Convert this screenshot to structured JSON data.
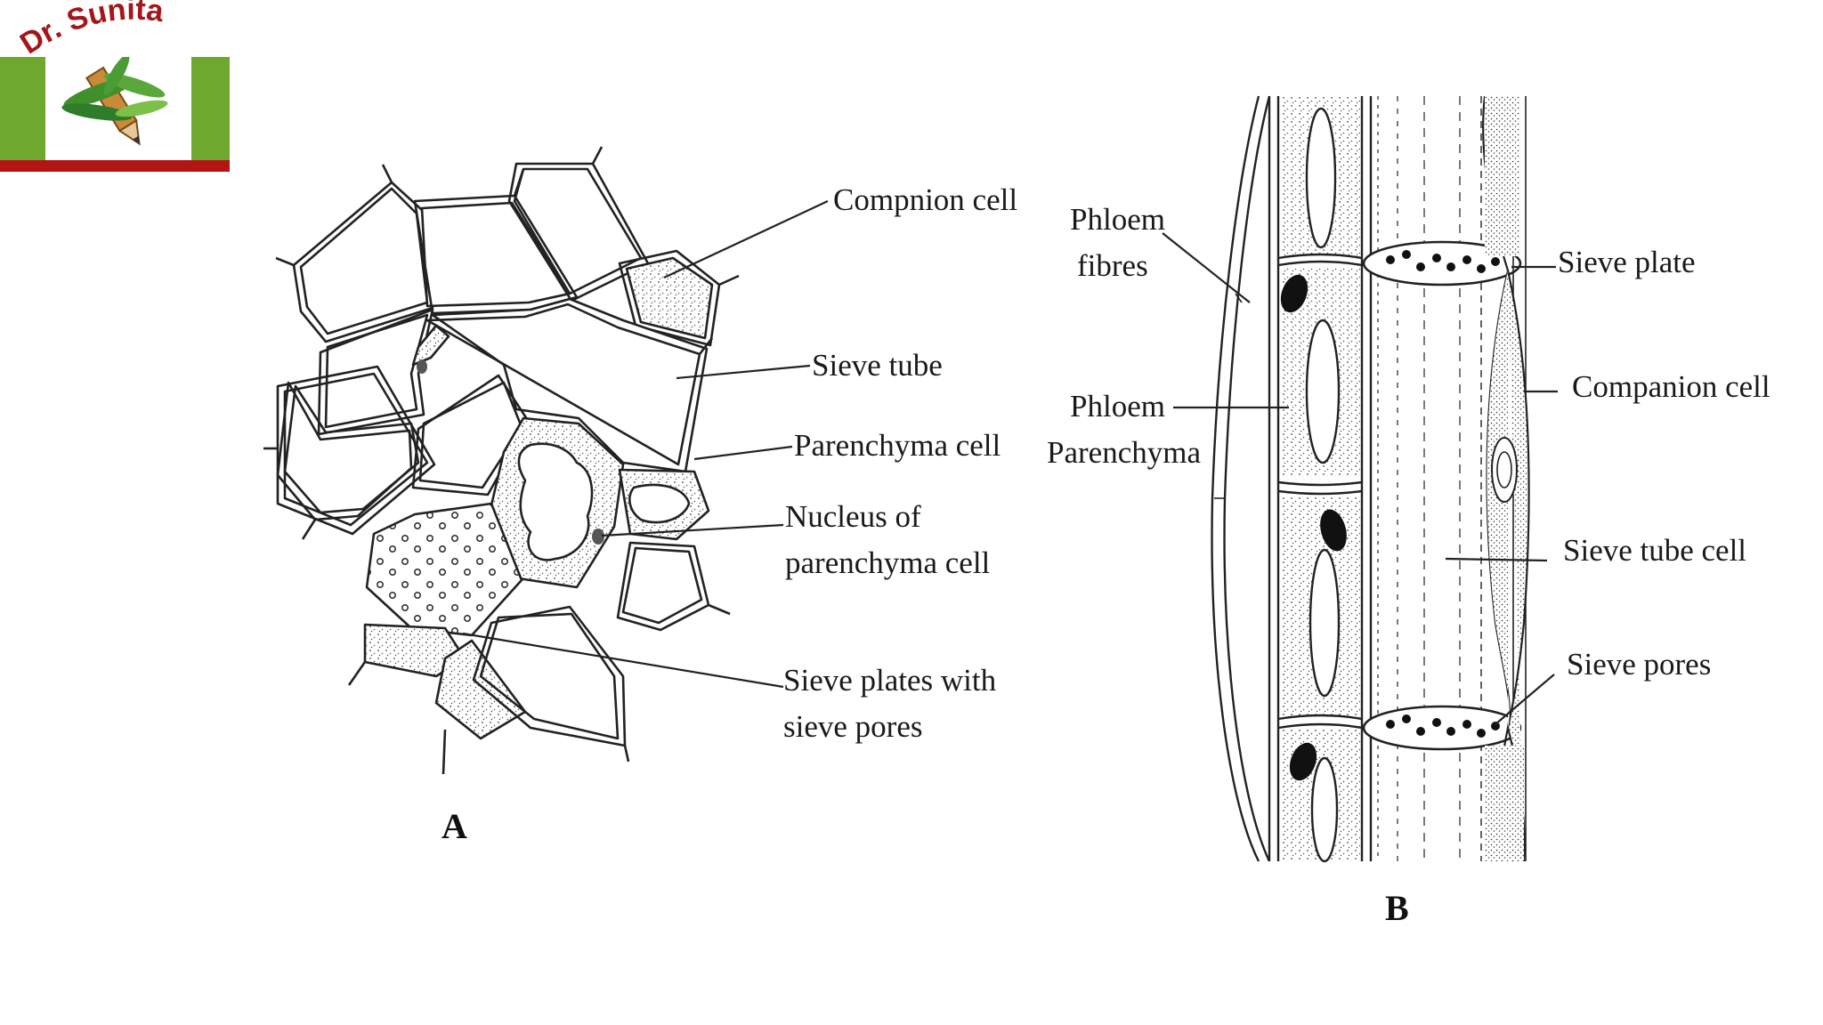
{
  "logo": {
    "brand_text": "Dr. Sunita",
    "colors": {
      "brand_text": "#a3161a",
      "green": "#6ea82f",
      "red_bar": "#b31514"
    },
    "icon": "leaf-pencil-icon"
  },
  "figure_a": {
    "caption": "A",
    "labels": {
      "companion_cell": "Compnion cell",
      "sieve_tube": "Sieve tube",
      "parenchyma_cell": "Parenchyma cell",
      "nucleus_line1": "Nucleus of",
      "nucleus_line2": "parenchyma cell",
      "sieve_plates_line1": "Sieve plates with",
      "sieve_plates_line2": "sieve pores"
    }
  },
  "figure_b": {
    "caption": "B",
    "labels": {
      "phloem_fibres_line1": "Phloem",
      "phloem_fibres_line2": "fibres",
      "phloem_parenchyma_line1": "Phloem",
      "phloem_parenchyma_line2": "Parenchyma",
      "sieve_plate": "Sieve plate",
      "companion_cell": "Companion cell",
      "sieve_tube_cell": "Sieve tube cell",
      "sieve_pores": "Sieve pores"
    }
  }
}
